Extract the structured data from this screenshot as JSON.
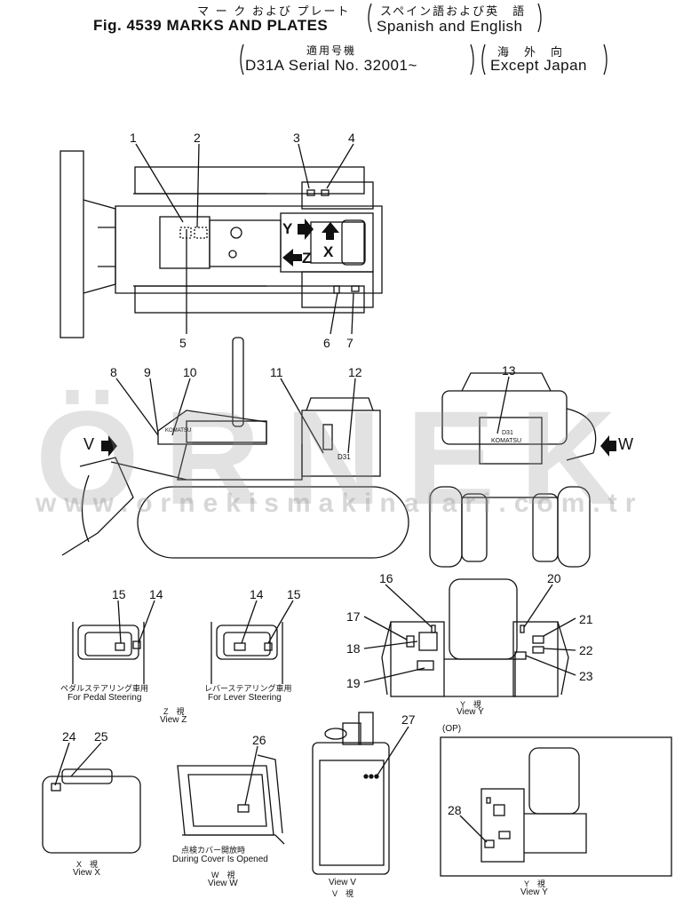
{
  "header": {
    "title_jp": "マ ー ク および プレート",
    "title_en": "Fig. 4539 MARKS AND PLATES",
    "lang_jp": "スペイン語および英　語",
    "lang_en": "Spanish and English",
    "applicable_jp": "適用号機",
    "serial": "D31A Serial No. 32001~",
    "region_jp": "海　外　向",
    "region_en": "Except Japan"
  },
  "watermark": {
    "brand": "ÖRNEK",
    "url": "www.ornekismakinalari.com.tr"
  },
  "callouts": [
    "1",
    "2",
    "3",
    "4",
    "5",
    "6",
    "7",
    "8",
    "9",
    "10",
    "11",
    "12",
    "13",
    "14",
    "15",
    "16",
    "17",
    "18",
    "19",
    "20",
    "21",
    "22",
    "23",
    "24",
    "25",
    "26",
    "27",
    "28"
  ],
  "callouts_extra": [
    "14",
    "15"
  ],
  "view_markers": {
    "y": "Y",
    "x": "X",
    "z": "Z",
    "v": "V",
    "w": "W"
  },
  "machine_text": {
    "brand": "KOMATSU",
    "model": "D31"
  },
  "captions": {
    "pedal_jp": "ペダルステアリング車用",
    "pedal_en": "For Pedal Steering",
    "lever_jp": "レバーステアリング車用",
    "lever_en": "For Lever Steering",
    "z_jp": "Z　視",
    "z_en": "View Z",
    "y_jp": "Y　視",
    "y_en": "View Y",
    "x_jp": "X　視",
    "x_en": "View X",
    "w_jp1": "点検カバー開放時",
    "w_en1": "During Cover Is Opened",
    "w_jp2": "W　視",
    "w_en2": "View W",
    "v_en": "View V",
    "v_jp": "V　視",
    "op": "(OP)",
    "y2_jp": "Y　視",
    "y2_en": "View Y"
  }
}
